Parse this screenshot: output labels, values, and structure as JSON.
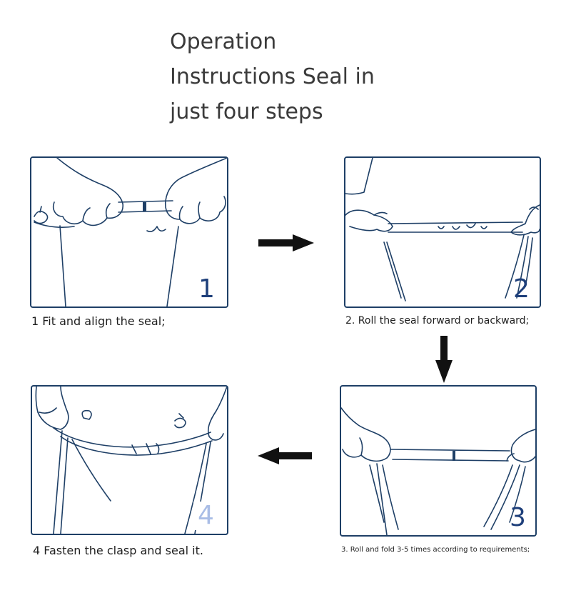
{
  "title": {
    "lines": [
      "Operation",
      "Instructions Seal in",
      "just four steps"
    ]
  },
  "steps": [
    {
      "number": "1",
      "caption": "1 Fit and align the seal;"
    },
    {
      "number": "2",
      "caption": "2. Roll the seal forward or backward;"
    },
    {
      "number": "3",
      "caption": "3. Roll and fold 3-5 times according to requirements;"
    },
    {
      "number": "4",
      "caption": "4 Fasten the clasp and seal it."
    }
  ],
  "colors": {
    "line": "#1e3f66",
    "number": "#1e3f7a",
    "arrow": "#111111"
  },
  "icons": [
    "right-arrow-icon",
    "down-arrow-icon",
    "left-arrow-icon"
  ]
}
